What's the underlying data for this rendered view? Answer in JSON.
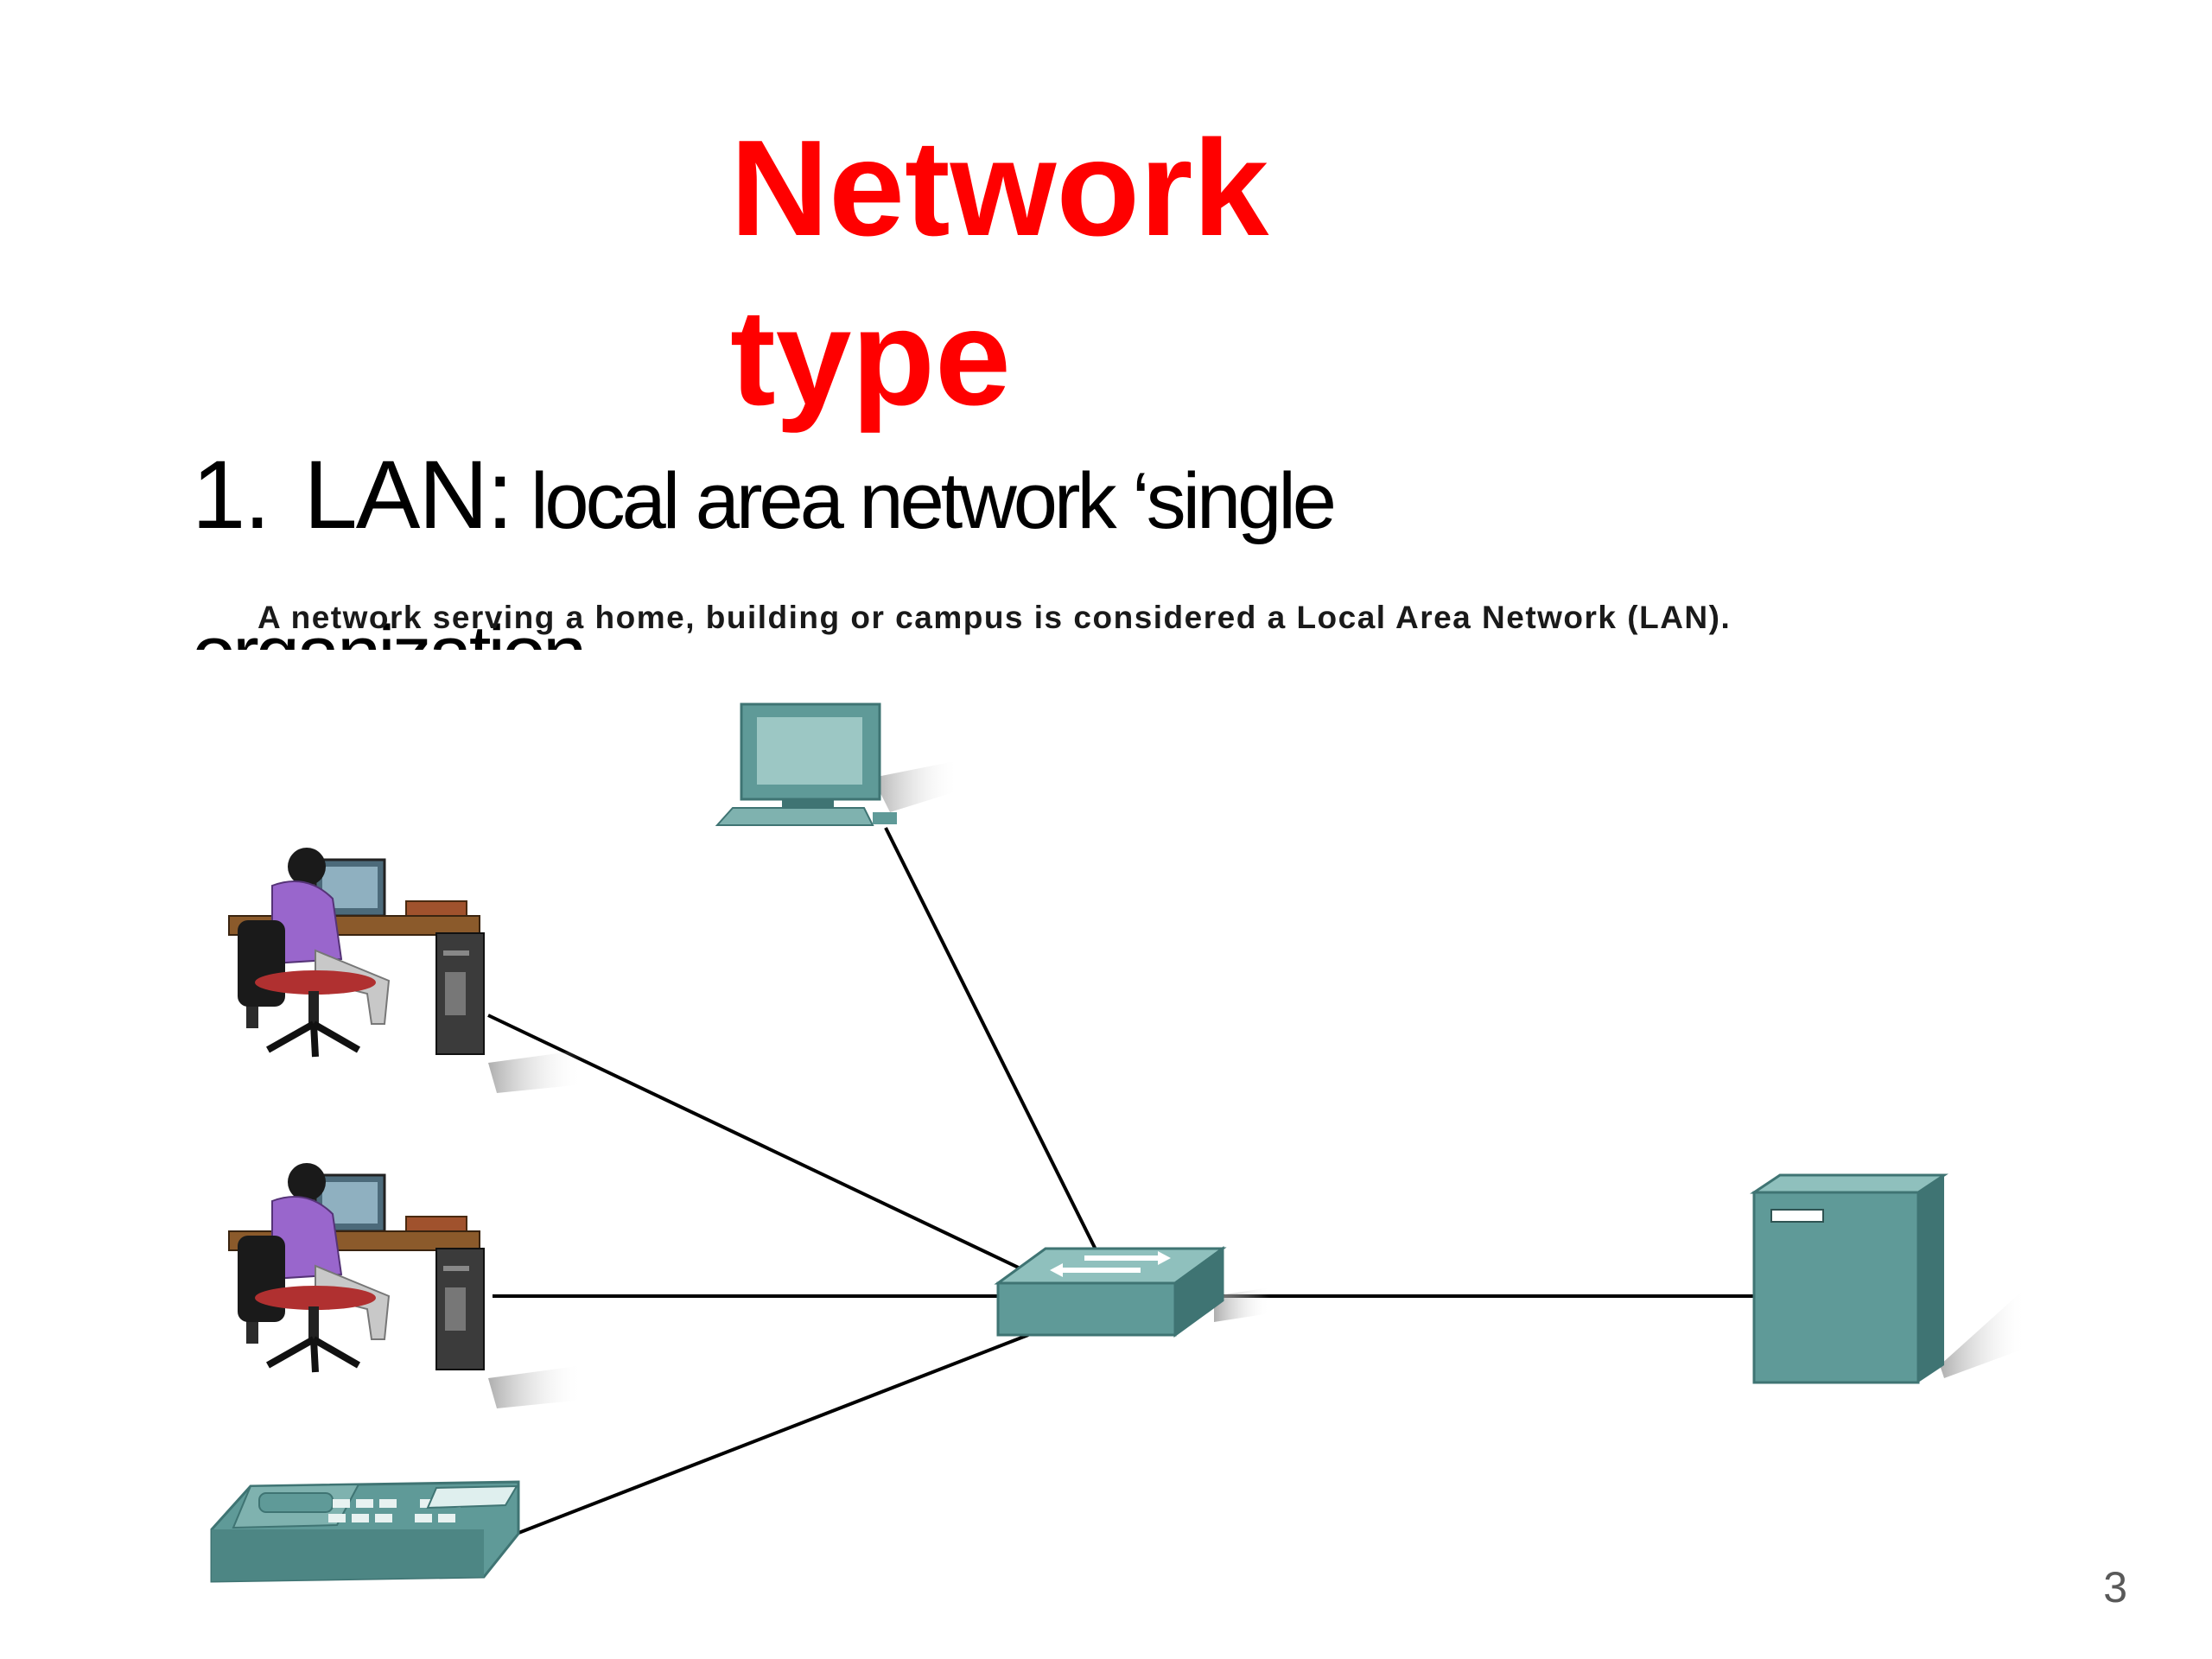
{
  "slide": {
    "title_line1": "Network",
    "title_line2": "type",
    "bullet_number": "1.",
    "bullet_term": "LAN:",
    "bullet_desc": " local area network ‘single",
    "bullet_line2": "organization",
    "caption": "A network serving a home, building or campus is considered a Local Area Network (LAN).",
    "page_number": "3"
  },
  "diagram": {
    "nodes": [
      {
        "name": "pc-node",
        "icon": "desktop-computer-icon"
      },
      {
        "name": "user-workstation-1",
        "icon": "user-at-workstation-icon"
      },
      {
        "name": "user-workstation-2",
        "icon": "user-at-workstation-icon"
      },
      {
        "name": "ip-phone",
        "icon": "ip-phone-icon"
      },
      {
        "name": "lan-switch",
        "icon": "switch-icon"
      },
      {
        "name": "server",
        "icon": "server-tower-icon"
      }
    ],
    "links": [
      {
        "from": "pc-node",
        "to": "lan-switch"
      },
      {
        "from": "user-workstation-1",
        "to": "lan-switch"
      },
      {
        "from": "user-workstation-2",
        "to": "lan-switch"
      },
      {
        "from": "ip-phone",
        "to": "lan-switch"
      },
      {
        "from": "lan-switch",
        "to": "server"
      }
    ],
    "colors": {
      "title": "#ff0000",
      "device": "#5f9a98",
      "device_dark": "#3f7473",
      "device_light": "#9cc7c4",
      "link": "#000000",
      "person_shirt": "#9966cc"
    }
  }
}
